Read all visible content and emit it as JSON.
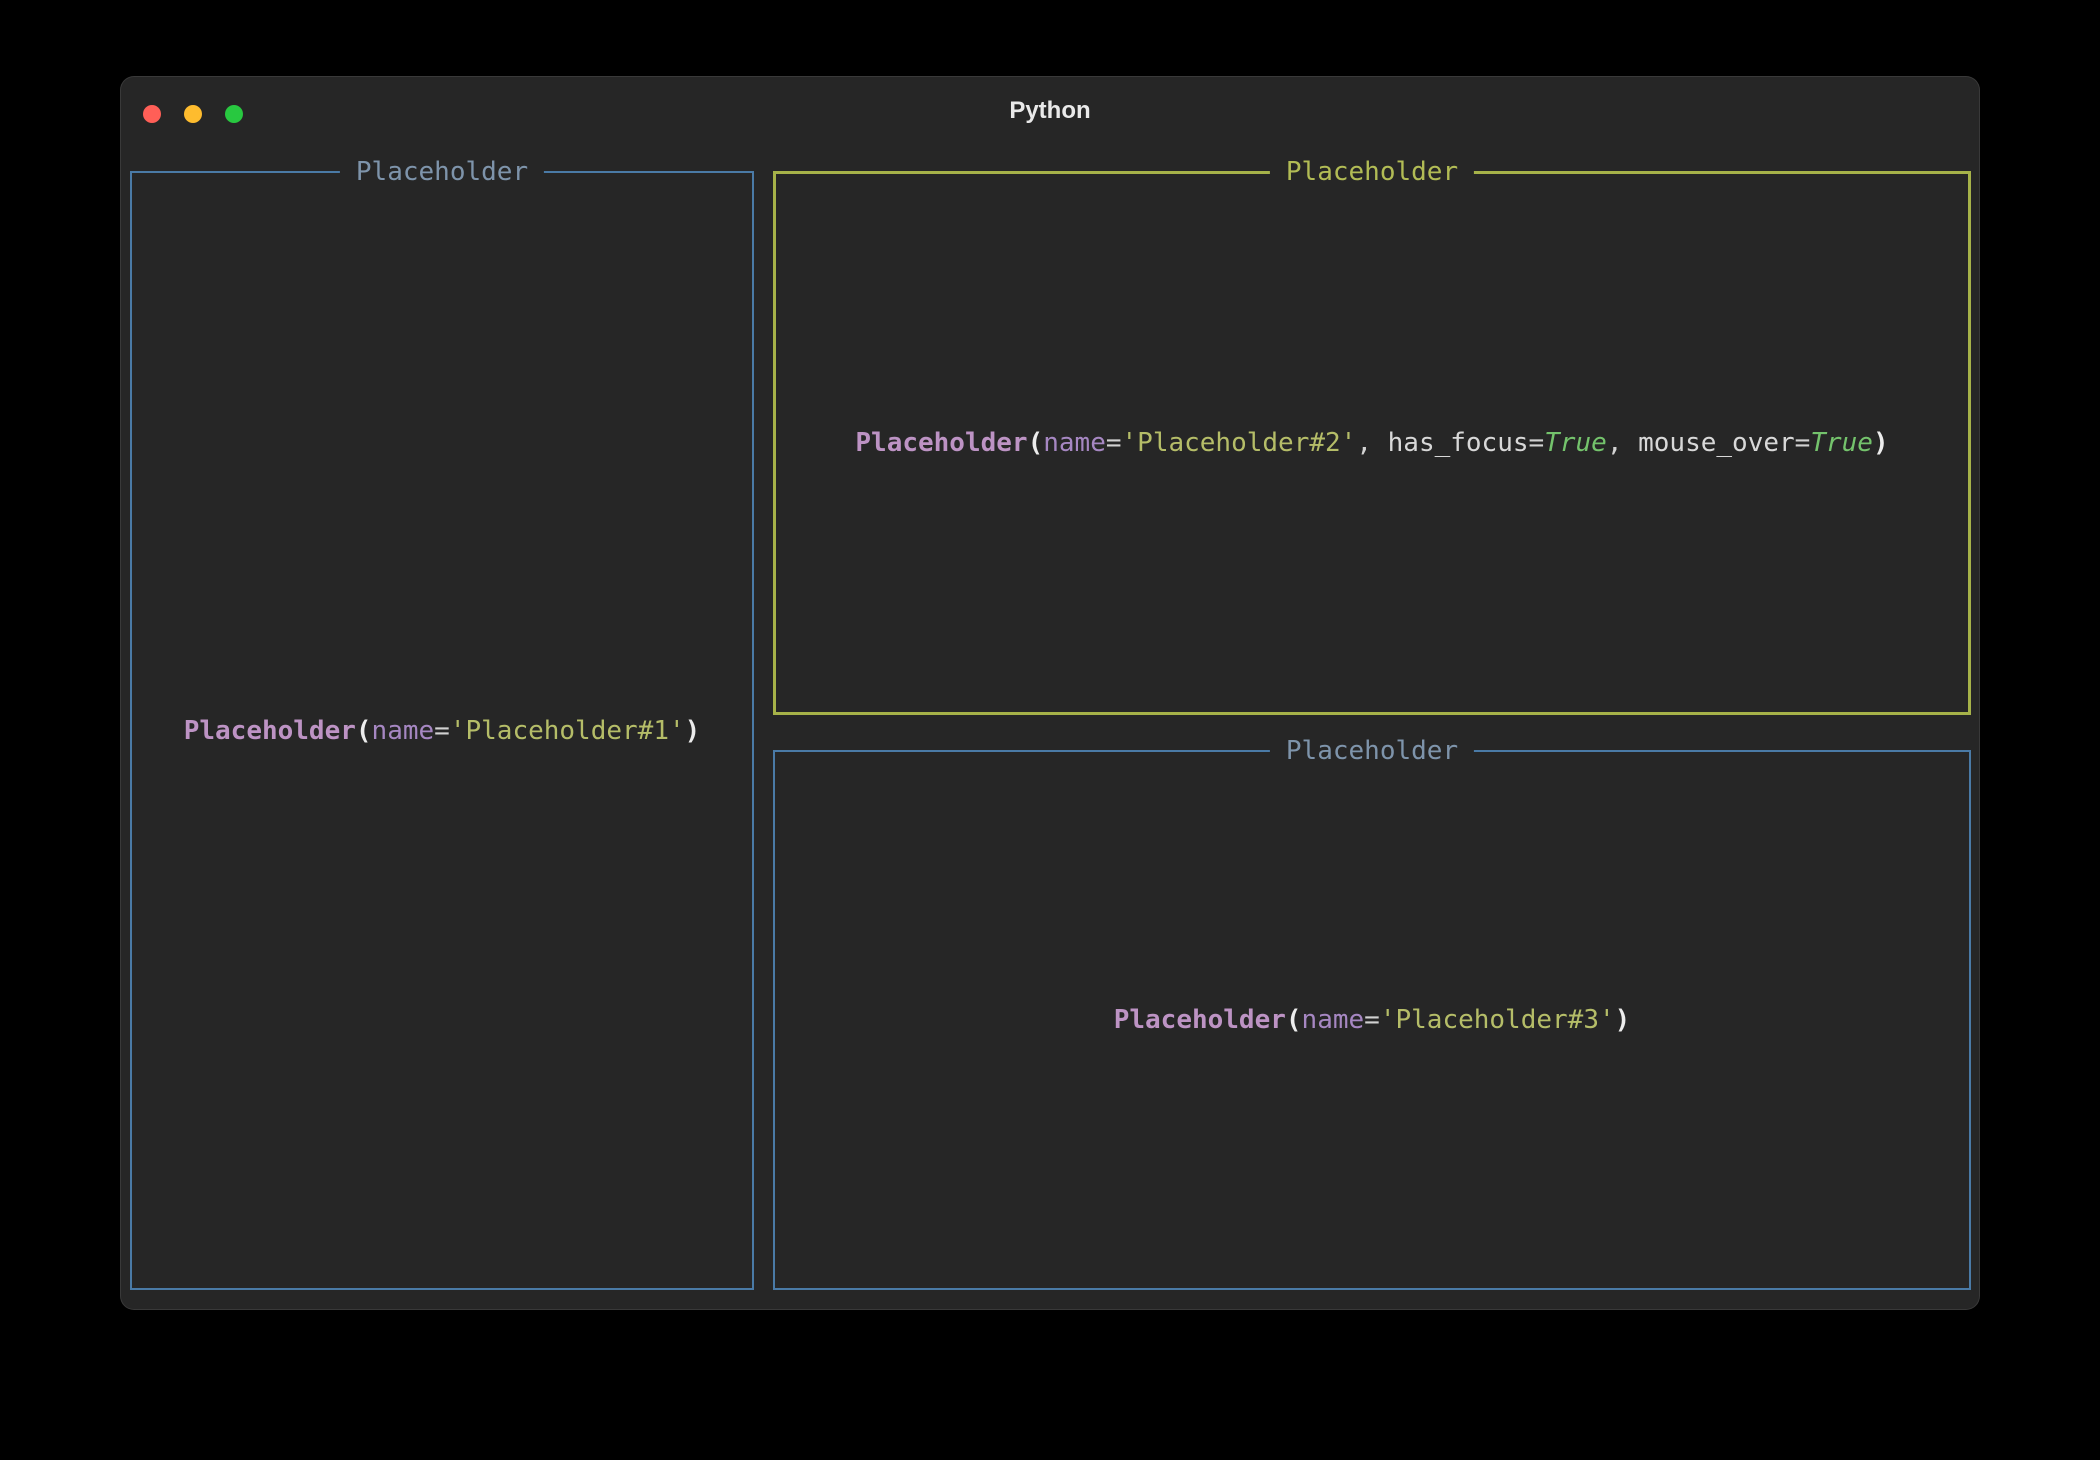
{
  "window": {
    "title": "Python",
    "traffic_lights": {
      "close": "close",
      "minimize": "minimize",
      "zoom": "zoom"
    }
  },
  "panels": [
    {
      "id": "placeholder-1",
      "title": "Placeholder",
      "focused": false,
      "repr_text": "Placeholder(name='Placeholder#1')",
      "repr_segments": [
        {
          "text": "Placeholder",
          "style": "class"
        },
        {
          "text": "(",
          "style": "paren"
        },
        {
          "text": "name",
          "style": "attr"
        },
        {
          "text": "=",
          "style": "op"
        },
        {
          "text": "'Placeholder#1'",
          "style": "str"
        },
        {
          "text": ")",
          "style": "paren"
        }
      ]
    },
    {
      "id": "placeholder-2",
      "title": "Placeholder",
      "focused": true,
      "repr_text": "Placeholder(name='Placeholder#2', has_focus=True, mouse_over=True)",
      "repr_segments": [
        {
          "text": "Placeholder",
          "style": "class"
        },
        {
          "text": "(",
          "style": "paren"
        },
        {
          "text": "name",
          "style": "attr"
        },
        {
          "text": "=",
          "style": "op"
        },
        {
          "text": "'Placeholder#2'",
          "style": "str"
        },
        {
          "text": ", ",
          "style": "op"
        },
        {
          "text": "has_focus",
          "style": "plain"
        },
        {
          "text": "=",
          "style": "op"
        },
        {
          "text": "True",
          "style": "bool"
        },
        {
          "text": ", ",
          "style": "op"
        },
        {
          "text": "mouse_over",
          "style": "plain"
        },
        {
          "text": "=",
          "style": "op"
        },
        {
          "text": "True",
          "style": "bool"
        },
        {
          "text": ")",
          "style": "paren"
        }
      ]
    },
    {
      "id": "placeholder-3",
      "title": "Placeholder",
      "focused": false,
      "repr_text": "Placeholder(name='Placeholder#3')",
      "repr_segments": [
        {
          "text": "Placeholder",
          "style": "class"
        },
        {
          "text": "(",
          "style": "paren"
        },
        {
          "text": "name",
          "style": "attr"
        },
        {
          "text": "=",
          "style": "op"
        },
        {
          "text": "'Placeholder#3'",
          "style": "str"
        },
        {
          "text": ")",
          "style": "paren"
        }
      ]
    }
  ],
  "colors": {
    "page_bg": "#000000",
    "window_bg": "#262626",
    "titlebar_text": "#e9e9e9",
    "border_blue": "#4a7aa6",
    "title_blue": "#7e94ab",
    "border_focus": "#a6b249",
    "title_focus": "#b2bc55",
    "traffic_close": "#ff5f57",
    "traffic_minimize": "#febc2e",
    "traffic_zoom": "#28c840",
    "repr_class": "#bd93c4",
    "repr_paren": "#ececec",
    "repr_attr": "#a687c2",
    "repr_operator": "#d2d2d2",
    "repr_string": "#b5bd68",
    "repr_bool": "#74c36c",
    "repr_plain": "#d8d8d8"
  }
}
